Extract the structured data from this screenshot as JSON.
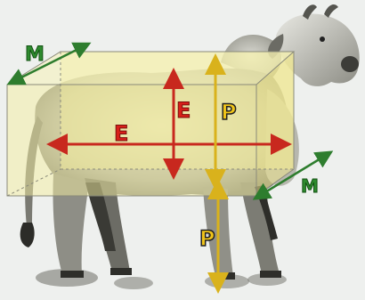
{
  "labels": {
    "m_top": "M",
    "m_right": "M",
    "e_left": "E",
    "e_top": "E",
    "p_upper": "P",
    "p_lower": "P"
  },
  "colors": {
    "background": "#eef0ee",
    "box_fill": "#f3eda0",
    "box_edge": "#8a8a7a",
    "arrow_red": "#c8281e",
    "arrow_yellow": "#d9b21c",
    "arrow_green": "#2e7d2e",
    "label_red": "#d8201a",
    "label_green": "#2e8b2e",
    "label_yellow": "#f0c419"
  },
  "icons": [
    "cow-illustration",
    "measurement-box",
    "double-headed-arrow"
  ]
}
